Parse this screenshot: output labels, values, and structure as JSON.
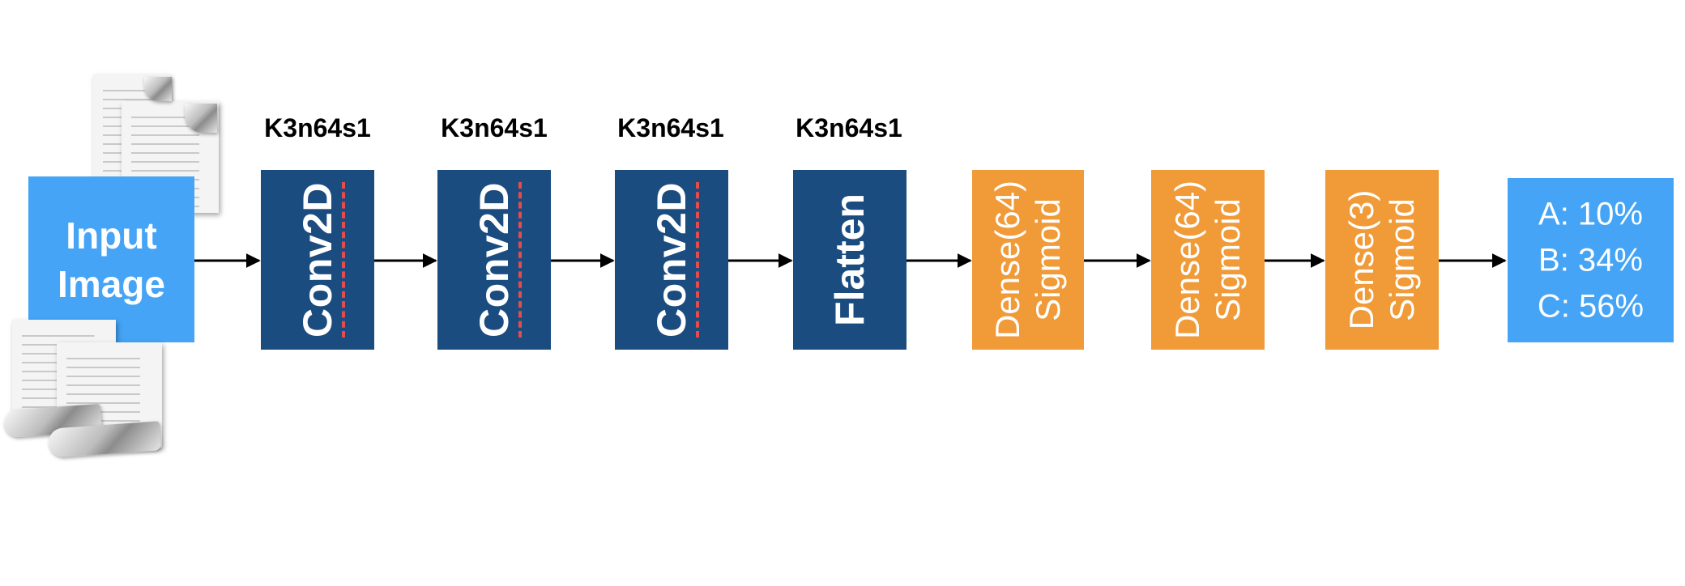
{
  "input": {
    "lines": [
      "Input",
      "Image"
    ]
  },
  "layers": [
    {
      "label": "K3n64s1",
      "name": "Conv2D",
      "kind": "conv"
    },
    {
      "label": "K3n64s1",
      "name": "Conv2D",
      "kind": "conv"
    },
    {
      "label": "K3n64s1",
      "name": "Conv2D",
      "kind": "conv"
    },
    {
      "label": "K3n64s1",
      "name": "Flatten",
      "kind": "flatten"
    },
    {
      "line1": "Dense(64)",
      "line2": "Sigmoid",
      "kind": "dense"
    },
    {
      "line1": "Dense(64)",
      "line2": "Sigmoid",
      "kind": "dense"
    },
    {
      "line1": "Dense(3)",
      "line2": "Sigmoid",
      "kind": "dense"
    }
  ],
  "output": {
    "lines": [
      "A: 10%",
      "B: 34%",
      "C: 56%"
    ]
  },
  "colors": {
    "conv": "#1a4c80",
    "dense": "#f09a38",
    "io": "#45a4f5",
    "underline": "#e84b4b"
  }
}
